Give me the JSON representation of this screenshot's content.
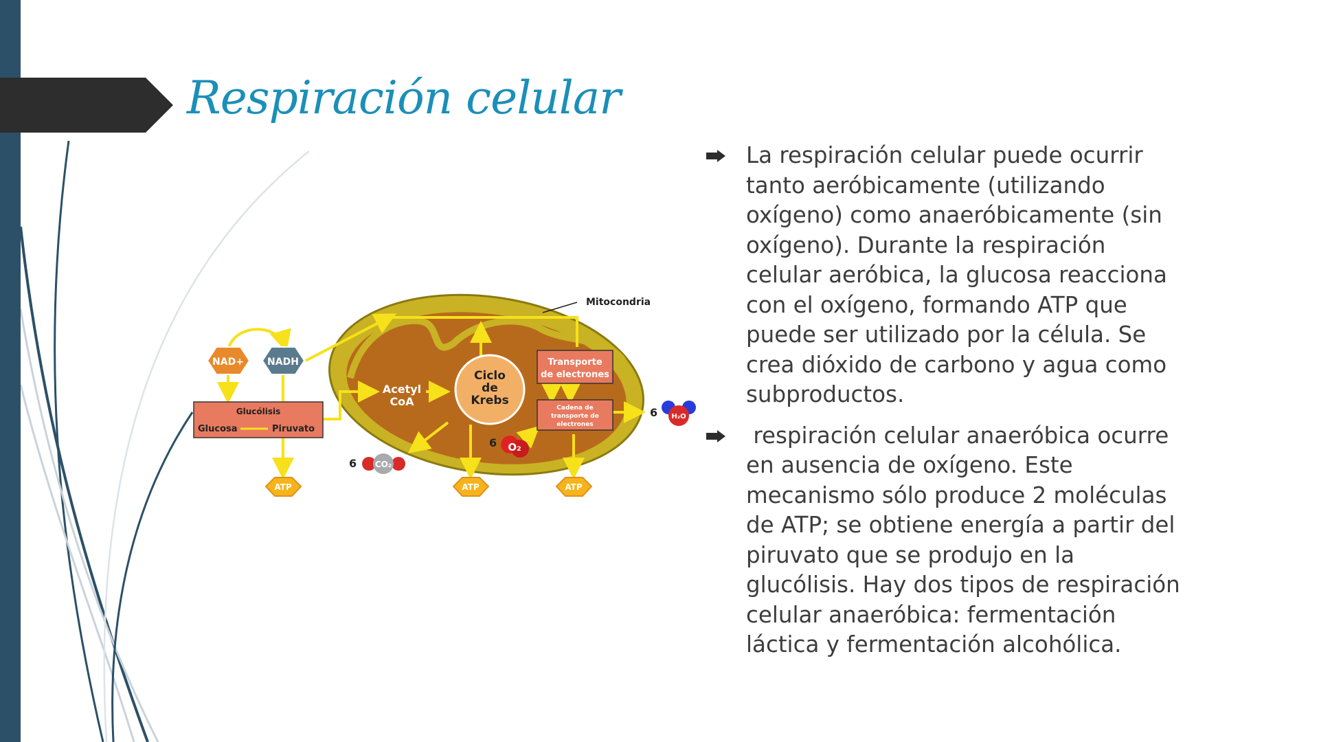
{
  "slide": {
    "title": "Respiración celular",
    "accent_color": "#1b8fb8",
    "sidebar_color": "#2c5067",
    "bullet_icon": "arrow-right-icon"
  },
  "diagram": {
    "mitocondria_label": "Mitocondria",
    "nad_plus": "NAD+",
    "nadh": "NADH",
    "glucolisis": "Glucólisis",
    "glucosa": "Glucosa",
    "piruvato": "Piruvato",
    "acetyl_1": "Acetyl",
    "acetyl_2": "CoA",
    "krebs_1": "Ciclo",
    "krebs_2": "de",
    "krebs_3": "Krebs",
    "transporte_1": "Transporte",
    "transporte_2": "de electrones",
    "cadena_1": "Cadena de",
    "cadena_2": "transporte de",
    "cadena_3": "electrones",
    "atp": "ATP",
    "co2_count": "6",
    "co2": "CO₂",
    "o2_count": "6",
    "o2": "O₂",
    "h2o_count": "6",
    "h2o": "H₂O"
  },
  "bullets": [
    {
      "lines": [
        "La respiración celular puede ocurrir",
        "tanto aeróbicamente (utilizando",
        "oxígeno) como anaeróbicamente (sin",
        "oxígeno). Durante la respiración",
        "celular aeróbica, la glucosa reacciona",
        "con el oxígeno, formando ATP que",
        "puede ser utilizado por la célula. Se",
        "crea dióxido de carbono y agua como",
        "subproductos."
      ]
    },
    {
      "lines": [
        " respiración celular anaeróbica ocurre",
        "en ausencia de oxígeno. Este",
        "mecanismo sólo produce 2 moléculas",
        "de ATP; se obtiene energía a partir del",
        "piruvato que se produjo en la",
        "glucólisis. Hay dos tipos de respiración",
        "celular anaeróbica: fermentación",
        "láctica y fermentación alcohólica."
      ]
    }
  ]
}
